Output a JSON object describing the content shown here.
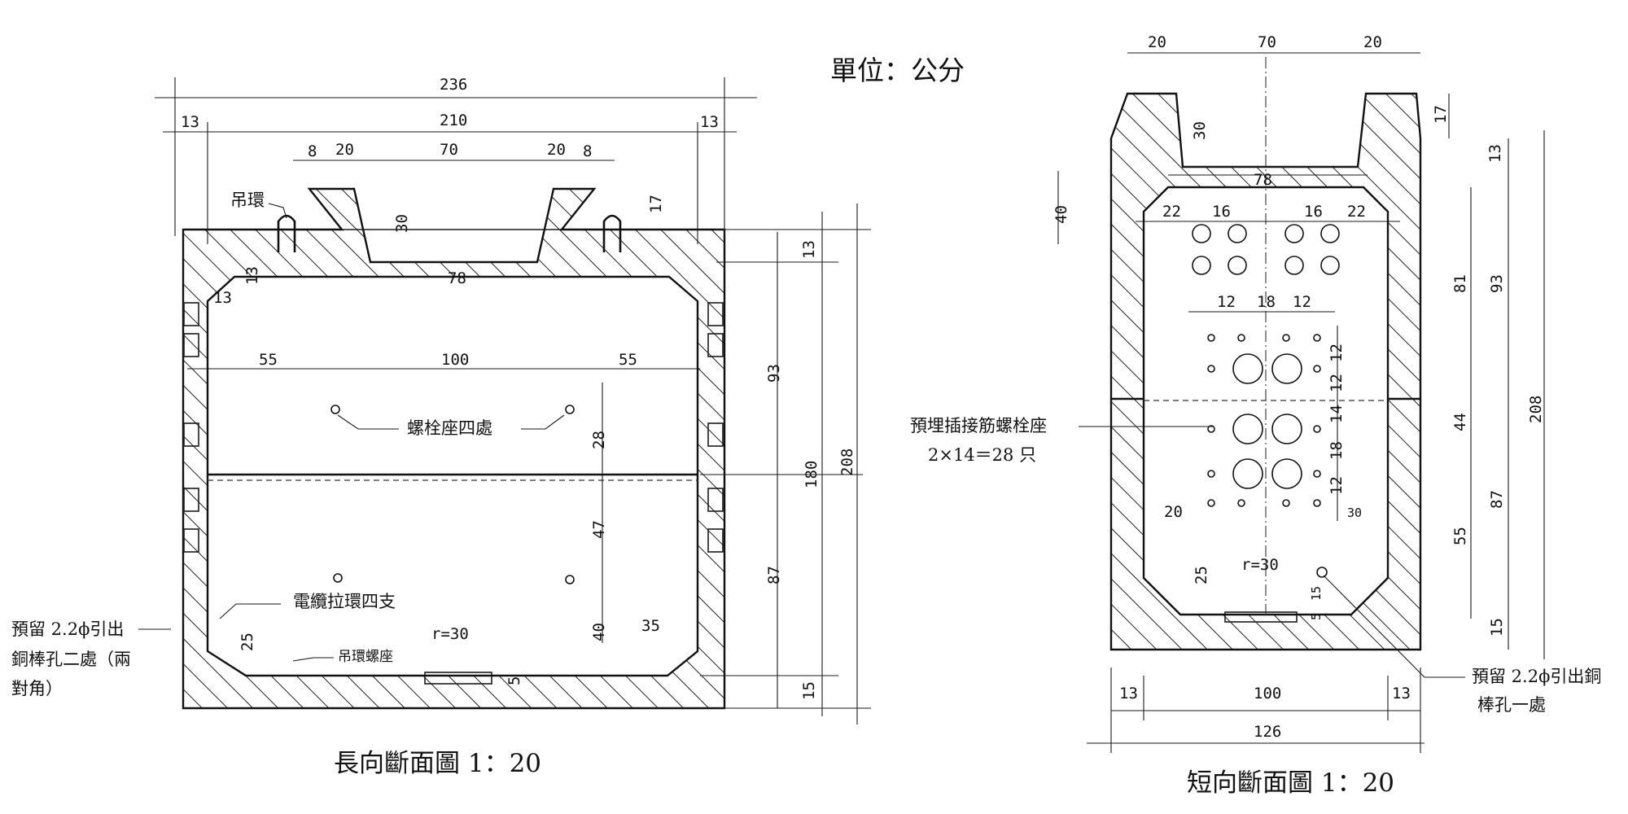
{
  "unit_label": "單位：公分",
  "long_section": {
    "title": "長向斷面圖 1：20",
    "dims": {
      "overall_width": "236",
      "inner_width": "210",
      "wall_left": "13",
      "wall_right": "13",
      "neck_8_left": "8",
      "neck_20_left": "20",
      "neck_opening": "70",
      "neck_20_right": "20",
      "neck_8_right": "8",
      "neck_17": "17",
      "neck_30": "30",
      "chamfer_13_v": "13",
      "chamfer_13_h": "13",
      "opening_78": "78",
      "span_55_left": "55",
      "span_100": "100",
      "span_55_right": "55",
      "d_28": "28",
      "d_47": "47",
      "d_40": "40",
      "d_35": "35",
      "d_25": "25",
      "d_5": "5",
      "r_label": "r=30",
      "right_13": "13",
      "right_93": "93",
      "right_87": "87",
      "right_15": "15",
      "right_180": "180",
      "right_208": "208"
    },
    "labels": {
      "lifting_ring": "吊環",
      "bolt_seat_four": "螺栓座四處",
      "cable_pull_ring": "電纜拉環四支",
      "lift_ring_bolt": "吊環螺座",
      "reserved_hole_line1": "預留 2.2ϕ引出",
      "reserved_hole_line2": "銅棒孔二處（兩",
      "reserved_hole_line3": "對角）"
    }
  },
  "short_section": {
    "title": "短向斷面圖 1：20",
    "dims": {
      "top_20_left": "20",
      "top_70": "70",
      "top_20_right": "20",
      "neck_30": "30",
      "neck_17": "17",
      "right_13": "13",
      "d_40": "40",
      "opening_78": "78",
      "h_22_left": "22",
      "h_16_left": "16",
      "h_16_right": "16",
      "h_22_right": "22",
      "h_12_left": "12",
      "h_18": "18",
      "h_12_right": "12",
      "v_12_a": "12",
      "v_12_b": "12",
      "v_14": "14",
      "v_18": "18",
      "v_12_c": "12",
      "d_20": "20",
      "d_30": "30",
      "d_25": "25",
      "d_15": "15",
      "d_5": "5",
      "r_label": "r=30",
      "right_81": "81",
      "right_44": "44",
      "right_55": "55",
      "right_93": "93",
      "right_87": "87",
      "right_15": "15",
      "right_208": "208",
      "bottom_13_left": "13",
      "bottom_100": "100",
      "bottom_13_right": "13",
      "bottom_126": "126"
    },
    "labels": {
      "embedded_bolt_line1": "預埋插接筋螺栓座",
      "embedded_bolt_line2": "2×14＝28 只",
      "reserved_hole_line1": "預留 2.2ϕ引出銅",
      "reserved_hole_line2": "棒孔一處"
    }
  }
}
